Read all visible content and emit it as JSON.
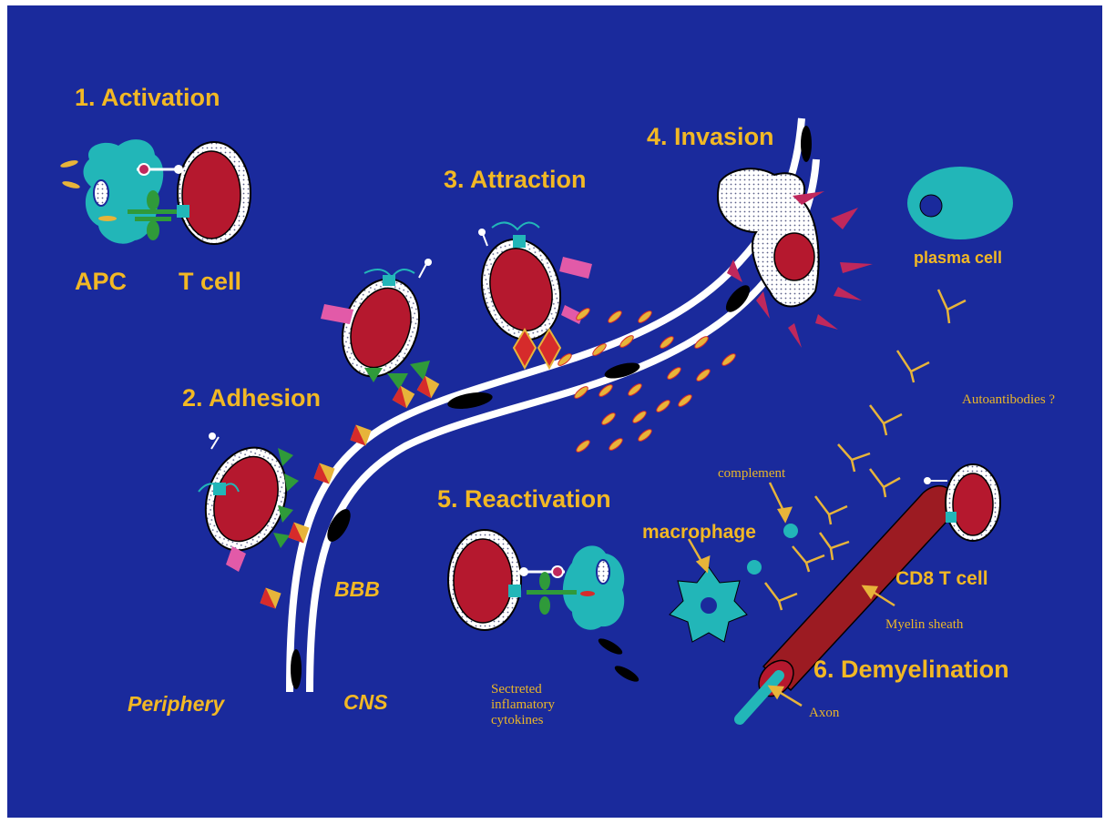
{
  "colors": {
    "background": "#1a2a9c",
    "label": "#f2b824",
    "cell_core": "#b5182e",
    "cell_ring": "#c9cede",
    "apc": "#22b6b8",
    "barrier": "#ffffff",
    "myelin": "#9c1b22",
    "receptor_green": "#2f9a3a",
    "adhesion_red": "#d62b2b",
    "cytokine": "#e7b43a",
    "magenta": "#c0285c",
    "pink": "#e25aa8"
  },
  "steps": {
    "activation": "1. Activation",
    "adhesion": "2. Adhesion",
    "attraction": "3. Attraction",
    "invasion": "4. Invasion",
    "reactivation": "5. Reactivation",
    "demyelination": "6. Demyelination"
  },
  "labels": {
    "apc": "APC",
    "t_cell": "T cell",
    "plasma_cell": "plasma cell",
    "autoantibodies": "Autoantibodies ?",
    "complement": "complement",
    "macrophage": "macrophage",
    "cd8_t_cell": "CD8 T cell",
    "myelin_sheath": "Myelin sheath",
    "axon": "Axon",
    "bbb": "BBB",
    "periphery": "Periphery",
    "cns": "CNS",
    "secreted_line1": "Sectreted",
    "secreted_line2": "inflamatory",
    "secreted_line3": "cytokines"
  },
  "icons": [
    "apc-cell-icon",
    "t-cell-icon",
    "plasma-cell-icon",
    "antibody-icon",
    "macrophage-icon",
    "complement-icon",
    "myelin-sheath-icon",
    "axon-icon",
    "cytokine-icon",
    "adhesion-molecule-icon"
  ]
}
